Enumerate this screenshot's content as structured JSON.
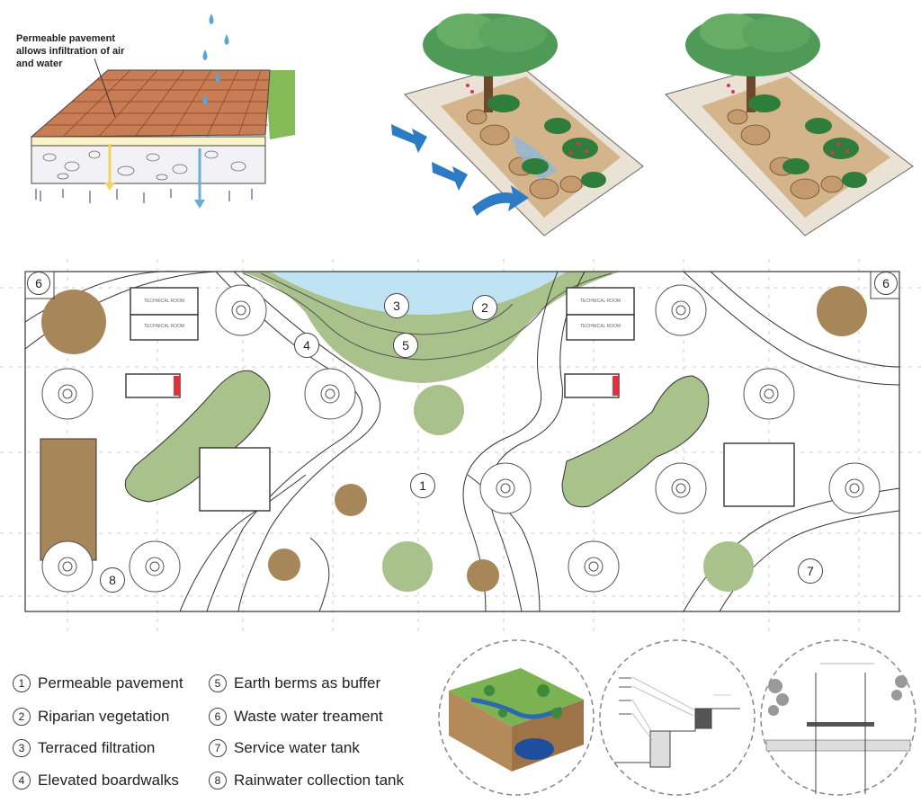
{
  "illustrations": {
    "permeable_note": "Permeable pavement allows infiltration of air and water"
  },
  "plan": {
    "labels": [
      "1",
      "2",
      "3",
      "4",
      "5",
      "6",
      "6",
      "7",
      "8"
    ],
    "room_text": "TECHNICAL ROOM"
  },
  "legend": {
    "items": [
      {
        "num": "1",
        "text": "Permeable pavement"
      },
      {
        "num": "2",
        "text": "Riparian vegetation"
      },
      {
        "num": "3",
        "text": "Terraced filtration"
      },
      {
        "num": "4",
        "text": "Elevated boardwalks"
      },
      {
        "num": "5",
        "text": "Earth berms as buffer"
      },
      {
        "num": "6",
        "text": "Waste water treament"
      },
      {
        "num": "7",
        "text": "Service water tank"
      },
      {
        "num": "8",
        "text": "Rainwater collection tank"
      }
    ]
  },
  "colors": {
    "green": "#a9c18b",
    "brown": "#a7865a",
    "water": "#bfe3f2",
    "red": "#e0323c",
    "arrow": "#2e7bc5"
  }
}
